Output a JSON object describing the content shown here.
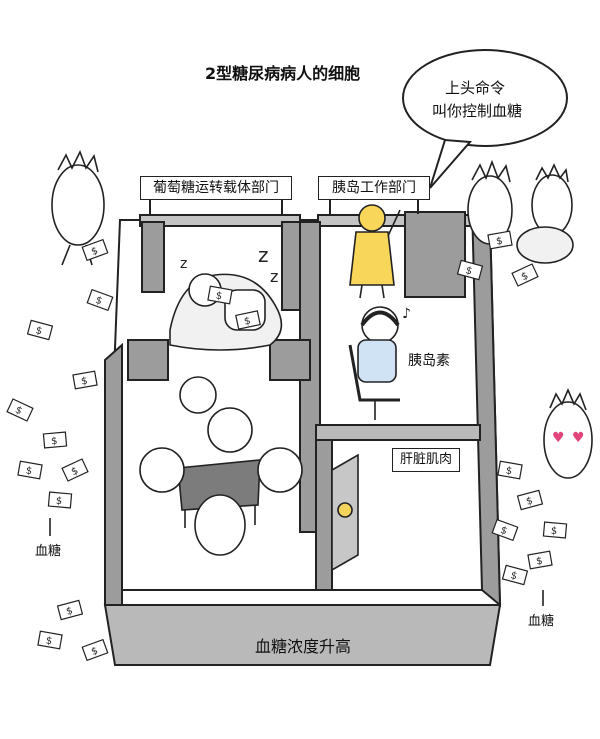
{
  "title": "2型糖尿病病人的细胞",
  "speech_bubble": {
    "line1": "上头命令",
    "line2": "叫你控制血糖"
  },
  "signs": {
    "glucose_transporter_dept": "葡萄糖运转载体部门",
    "pancreas_dept": "胰岛工作部门",
    "liver_muscle": "肝脏肌肉",
    "insulin": "胰岛素"
  },
  "blood_sugar_left": "血糖",
  "blood_sugar_right": "血糖",
  "bottom_caption": "血糖浓度升高",
  "money_symbol": "$"
}
